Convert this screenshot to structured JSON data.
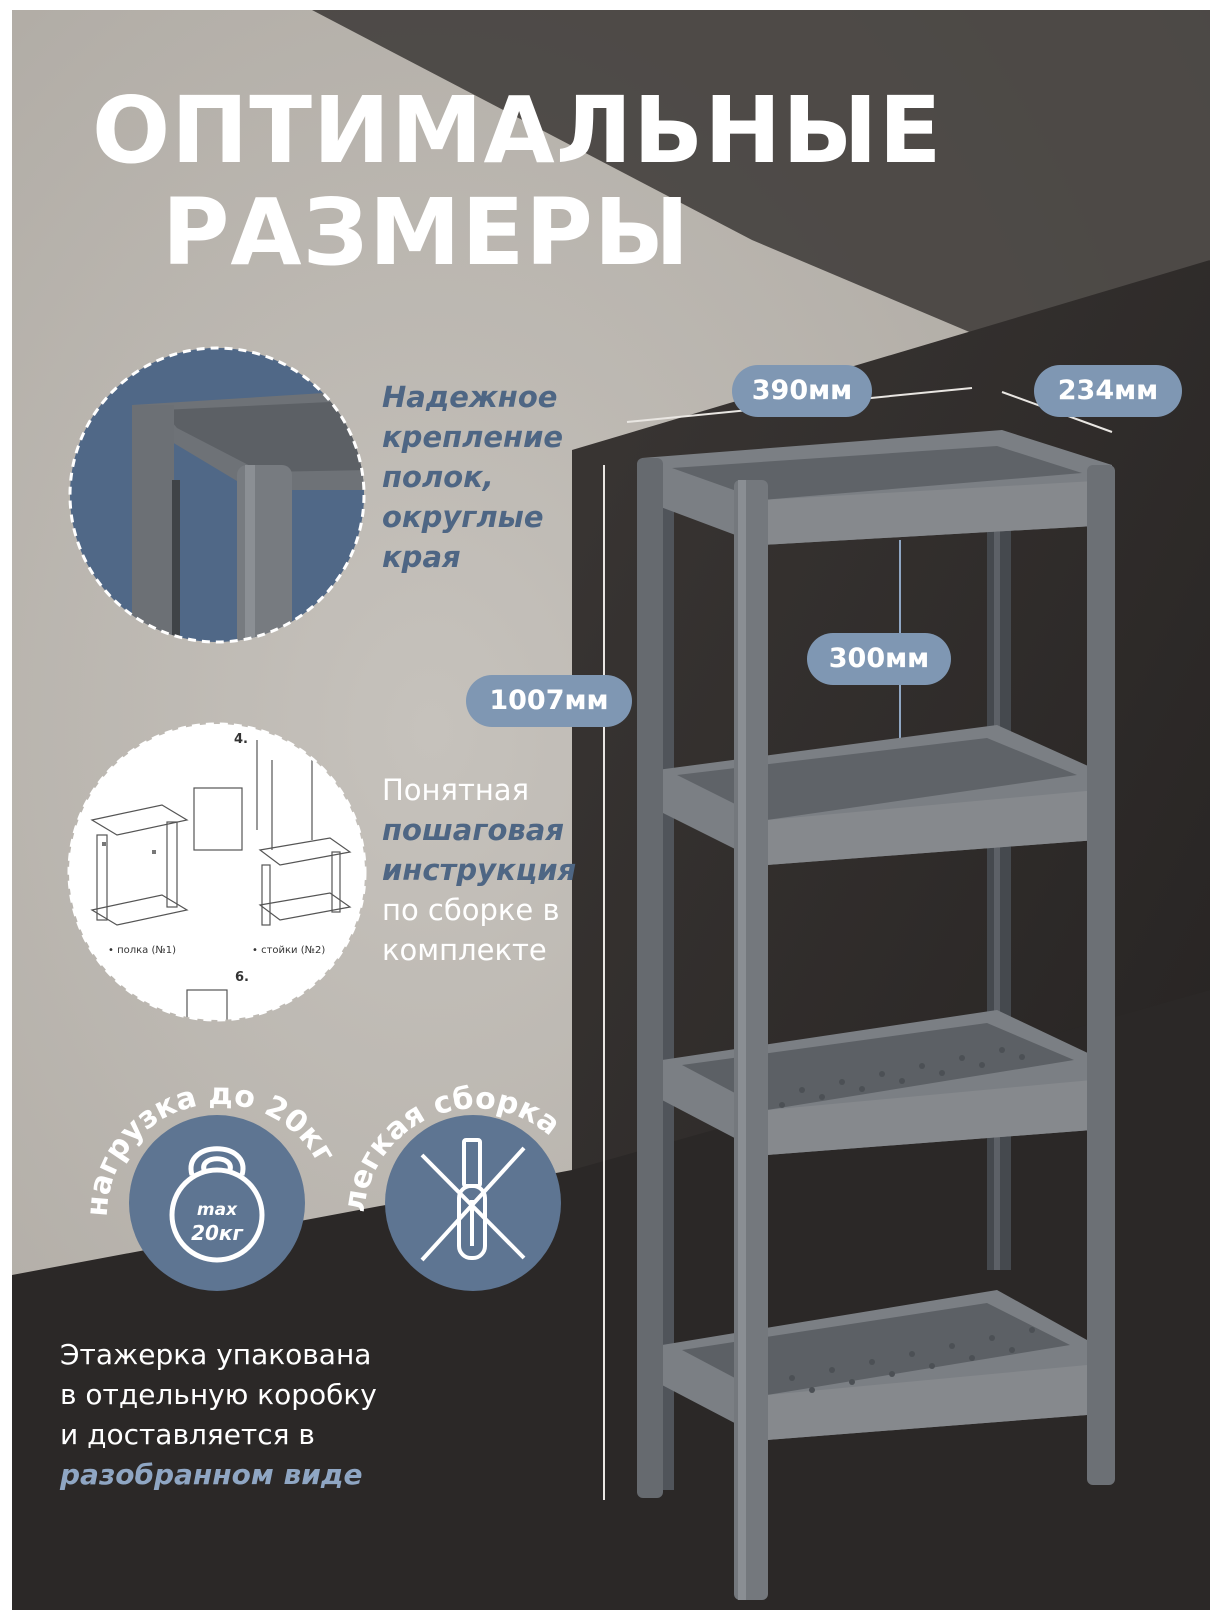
{
  "colors": {
    "accent_blue": "#7f97b3",
    "dark_blue": "#4e6684",
    "background_light": "#b7b2ac",
    "background_dark": "#2f2c2b",
    "shelf_gray": "#6f7377"
  },
  "title": {
    "line1": "ОПТИМАЛЬНЫЕ",
    "line2": "РАЗМЕРЫ"
  },
  "dimensions": {
    "width": "390мм",
    "depth": "234мм",
    "height": "1007мм",
    "shelf_gap": "300мм"
  },
  "feature1": {
    "l1": "Надежное",
    "l2": "крепление",
    "l3": "полок,",
    "l4": "округлые",
    "l5": "края"
  },
  "feature2": {
    "l1": "Понятная",
    "l2": "пошаговая",
    "l3": "инструкция",
    "l4": "по сборке в",
    "l5": "комплекте"
  },
  "manual": {
    "step4": "4.",
    "step6": "6.",
    "caption_shelf": "• полка (№1)",
    "caption_posts": "• стойки (№2)"
  },
  "badges": {
    "load_label": "нагрузка до 20кг",
    "kettlebell_max": "max",
    "kettlebell_weight": "20кг",
    "assembly_label": "легкая сборка",
    "kettlebell_icon": "kettlebell-icon",
    "screwdriver_icon": "screwdriver-icon"
  },
  "bottom": {
    "l1": "Этажерка упакована",
    "l2": "в отдельную коробку",
    "l3": "и доставляется в",
    "l4": "разобранном виде"
  }
}
